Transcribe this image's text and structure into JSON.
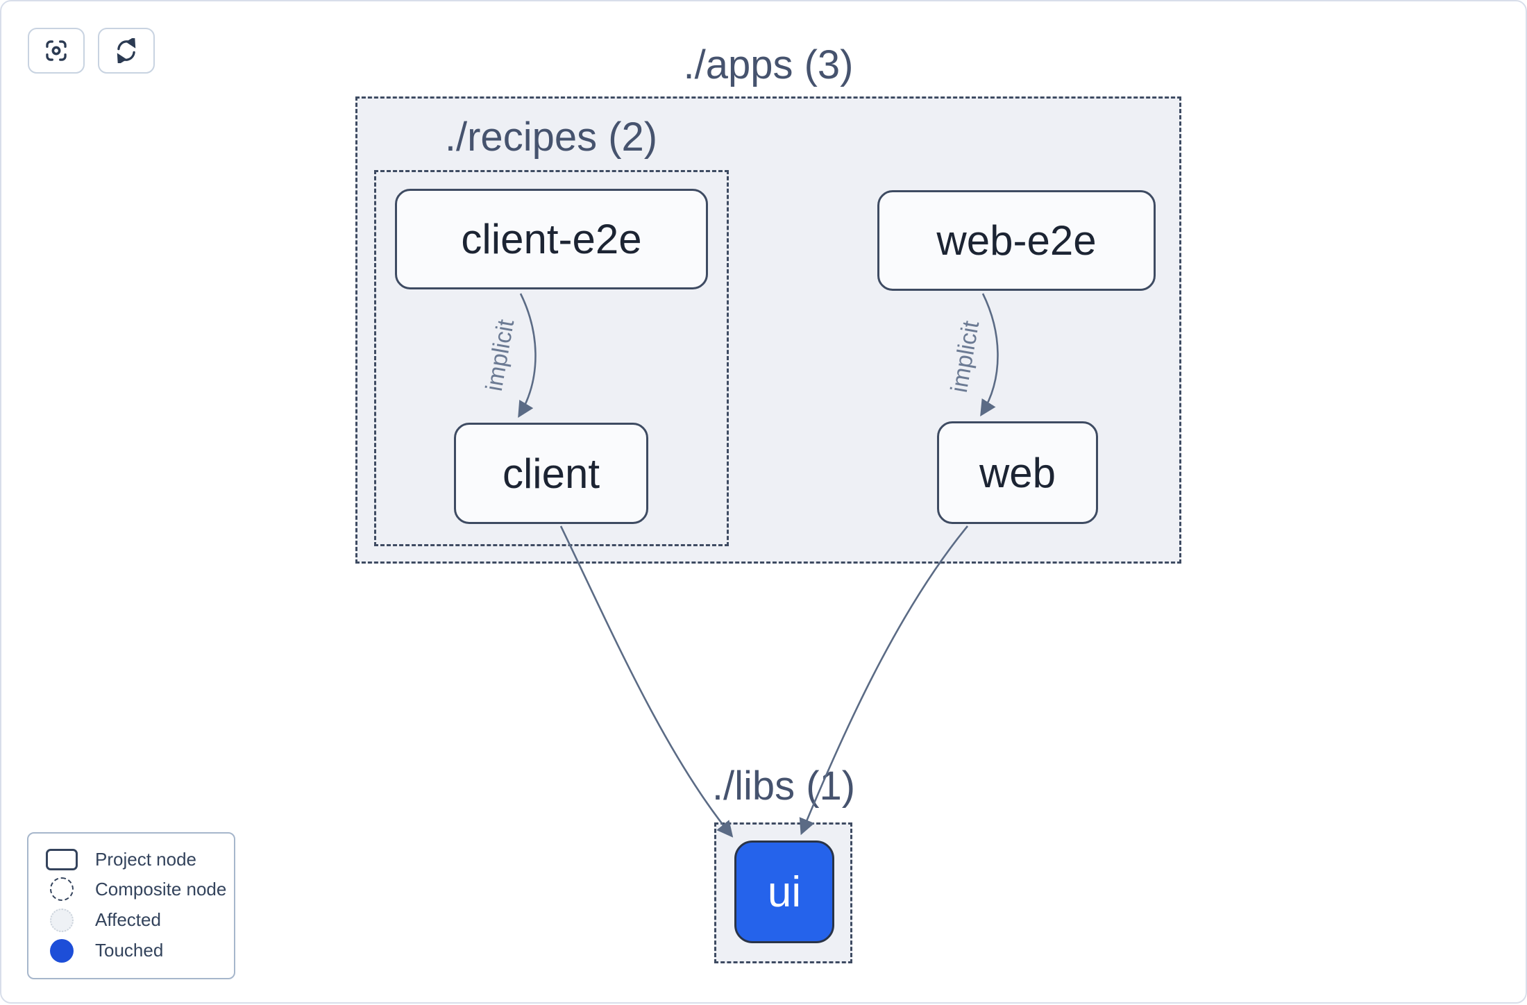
{
  "toolbar": {
    "buttons": [
      {
        "icon": "crosshair-focus-icon"
      },
      {
        "icon": "refresh-icon"
      }
    ]
  },
  "graph": {
    "composites": [
      {
        "id": "apps",
        "label": "./apps (3)"
      },
      {
        "id": "recipes",
        "label": "./recipes (2)"
      },
      {
        "id": "libs",
        "label": "./libs (1)"
      }
    ],
    "nodes": [
      {
        "id": "client-e2e",
        "label": "client-e2e",
        "state": "default"
      },
      {
        "id": "client",
        "label": "client",
        "state": "default"
      },
      {
        "id": "web-e2e",
        "label": "web-e2e",
        "state": "default"
      },
      {
        "id": "web",
        "label": "web",
        "state": "default"
      },
      {
        "id": "ui",
        "label": "ui",
        "state": "touched"
      }
    ],
    "edges": [
      {
        "from": "client-e2e",
        "to": "client",
        "label": "implicit"
      },
      {
        "from": "web-e2e",
        "to": "web",
        "label": "implicit"
      },
      {
        "from": "client",
        "to": "ui",
        "label": ""
      },
      {
        "from": "web",
        "to": "ui",
        "label": ""
      }
    ]
  },
  "legend": {
    "items": [
      {
        "label": "Project node",
        "swatch": "project"
      },
      {
        "label": "Composite node",
        "swatch": "composite"
      },
      {
        "label": "Affected",
        "swatch": "affected"
      },
      {
        "label": "Touched",
        "swatch": "touched"
      }
    ]
  },
  "colors": {
    "touched_node_fill": "#2563eb",
    "touched_legend_dot": "#1d4ed8",
    "affected_fill": "#eef1f5",
    "affected_border": "#ccd3dc",
    "node_fill": "#fafbfd",
    "node_border": "#3e4b62",
    "node_text": "#1c2433",
    "composite_fill": "#eef0f5",
    "composite_border": "#3e4b62",
    "title_text": "#46536e",
    "edge_stroke": "#5b6b85",
    "edge_label_text": "#6b7a93",
    "canvas_border": "#d8deea",
    "canvas_bg": "#ffffff"
  }
}
